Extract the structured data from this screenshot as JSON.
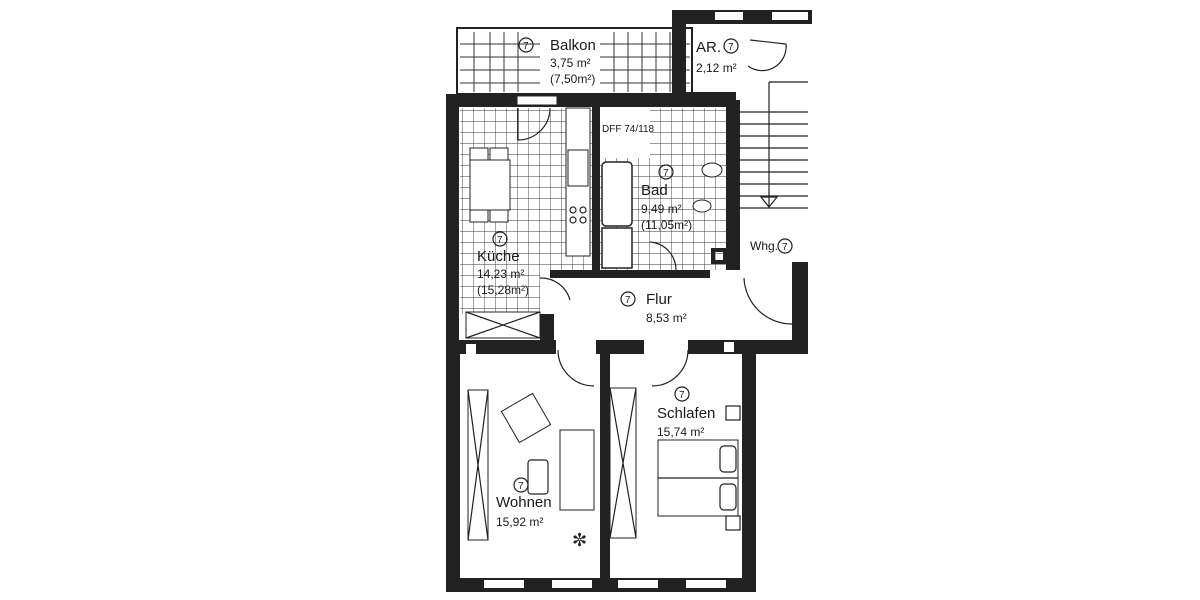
{
  "plan": {
    "unit_marker": "7",
    "colors": {
      "wall": "#222222",
      "background": "#ffffff",
      "line": "#222222"
    },
    "rooms": [
      {
        "id": "balkon",
        "name": "Balkon",
        "area": "3,75 m²",
        "area_alt": "(7,50m²)"
      },
      {
        "id": "ar",
        "name": "AR.",
        "area": "2,12 m²",
        "area_alt": ""
      },
      {
        "id": "kueche",
        "name": "Küche",
        "area": "14,23 m²",
        "area_alt": "(15,28m²)"
      },
      {
        "id": "bad",
        "name": "Bad",
        "area": "9,49 m²",
        "area_alt": "(11,05m²)"
      },
      {
        "id": "flur",
        "name": "Flur",
        "area": "8,53 m²",
        "area_alt": ""
      },
      {
        "id": "wohnen",
        "name": "Wohnen",
        "area": "15,92 m²",
        "area_alt": ""
      },
      {
        "id": "schlafen",
        "name": "Schlafen",
        "area": "15,74 m²",
        "area_alt": ""
      }
    ],
    "annotations": {
      "bath_window": "DFF 74/118",
      "entrance": "Whg."
    }
  }
}
